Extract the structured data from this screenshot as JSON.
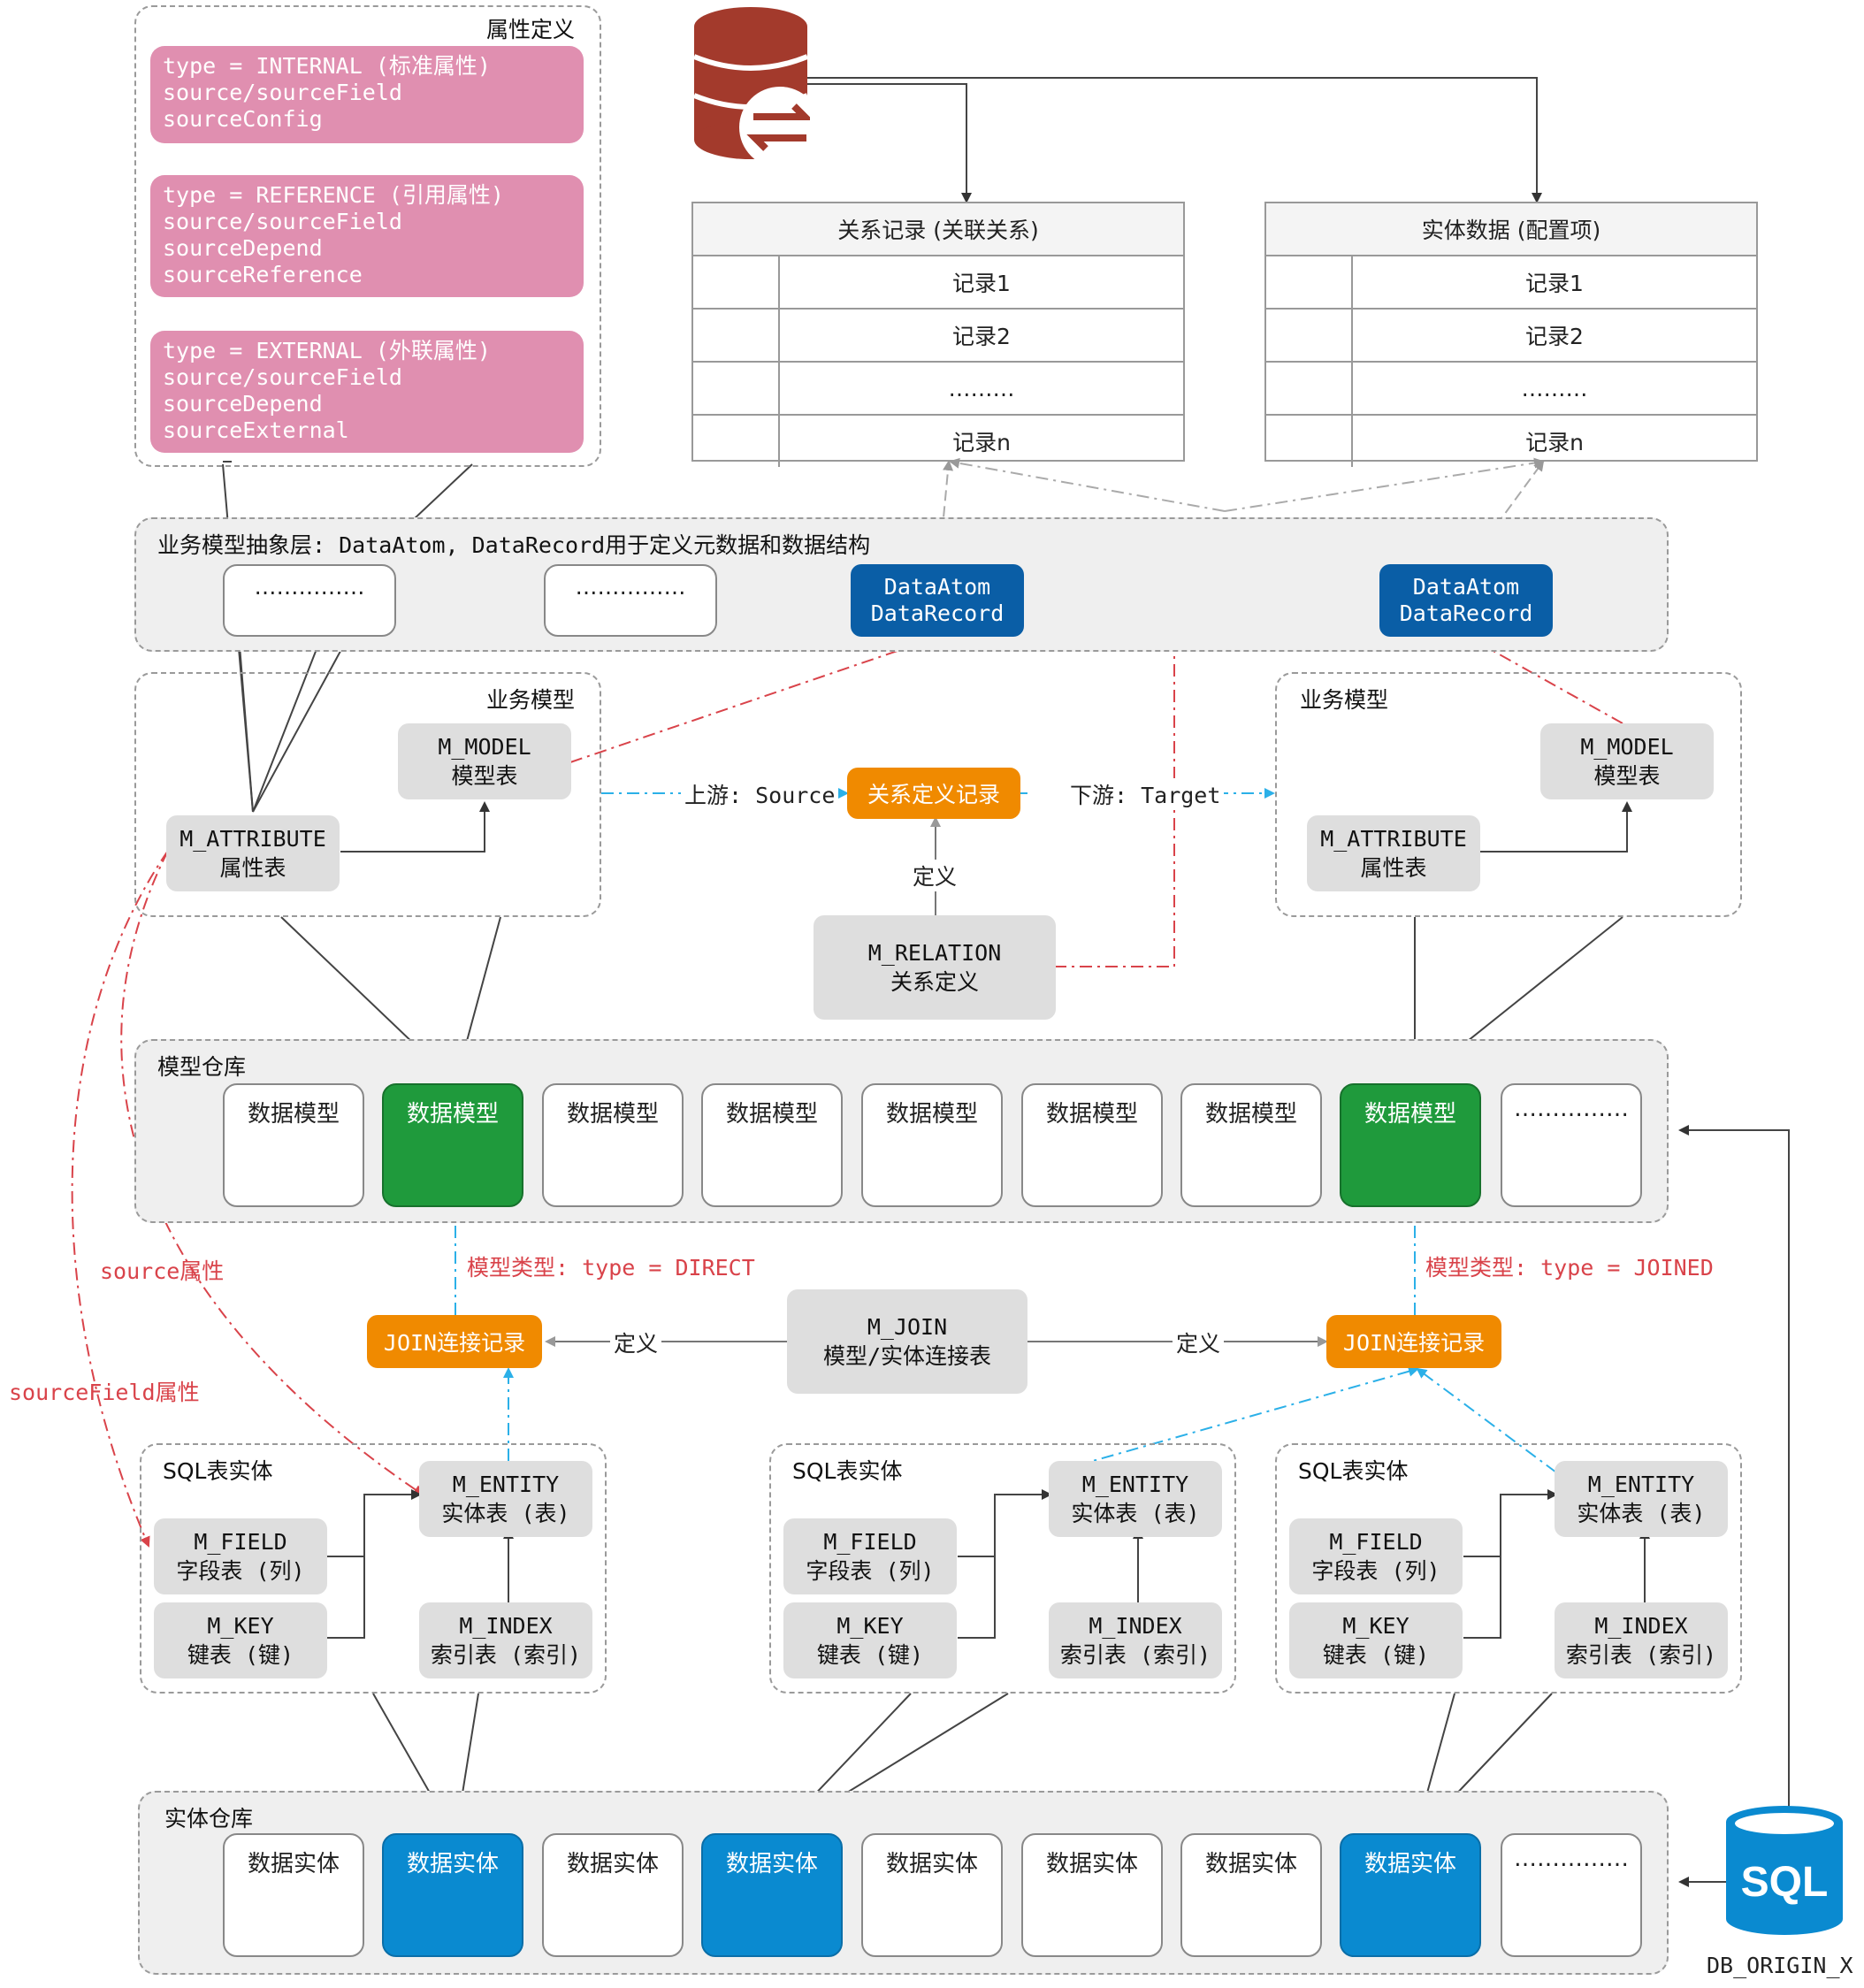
{
  "attr_def": {
    "title": "属性定义",
    "blocks": [
      [
        "type = INTERNAL (标准属性)",
        "source/sourceField",
        "sourceConfig"
      ],
      [
        "type = REFERENCE (引用属性)",
        "source/sourceField",
        "sourceDepend",
        "sourceReference"
      ],
      [
        "type = EXTERNAL (外联属性)",
        "source/sourceField",
        "sourceDepend",
        "sourceExternal"
      ]
    ]
  },
  "tables": {
    "relation": {
      "title": "关系记录 (关联关系)",
      "rows": [
        "记录1",
        "记录2",
        "………",
        "记录n"
      ]
    },
    "entity": {
      "title": "实体数据 (配置项)",
      "rows": [
        "记录1",
        "记录2",
        "………",
        "记录n"
      ]
    }
  },
  "abstract_layer": {
    "title": "业务模型抽象层: DataAtom, DataRecord用于定义元数据和数据结构",
    "placeholder": "……………",
    "data_atom": [
      "DataAtom",
      "DataRecord"
    ]
  },
  "business_model": {
    "title": "业务模型",
    "m_model": [
      "M_MODEL",
      "模型表"
    ],
    "m_attribute": [
      "M_ATTRIBUTE",
      "属性表"
    ]
  },
  "relation": {
    "upstream": "上游: Source",
    "record": "关系定义记录",
    "downstream": "下游: Target",
    "define": "定义",
    "m_relation": [
      "M_RELATION",
      "关系定义"
    ]
  },
  "model_repo": {
    "title": "模型仓库",
    "cards": [
      "数据模型",
      "数据模型",
      "数据模型",
      "数据模型",
      "数据模型",
      "数据模型",
      "数据模型",
      "数据模型",
      "……………"
    ],
    "highlight": [
      1,
      7
    ]
  },
  "join": {
    "type_direct": "模型类型: type = DIRECT",
    "type_joined": "模型类型: type = JOINED",
    "record": "JOIN连接记录",
    "define": "定义",
    "m_join": [
      "M_JOIN",
      "模型/实体连接表"
    ]
  },
  "red_labels": {
    "source": "source属性",
    "source_field": "sourceField属性"
  },
  "sql_entity": {
    "title": "SQL表实体",
    "m_entity": [
      "M_ENTITY",
      "实体表 (表)"
    ],
    "m_field": [
      "M_FIELD",
      "字段表 (列)"
    ],
    "m_key": [
      "M_KEY",
      "键表 (键)"
    ],
    "m_index": [
      "M_INDEX",
      "索引表 (索引)"
    ]
  },
  "entity_repo": {
    "title": "实体仓库",
    "cards": [
      "数据实体",
      "数据实体",
      "数据实体",
      "数据实体",
      "数据实体",
      "数据实体",
      "数据实体",
      "数据实体",
      "……………"
    ],
    "highlight": [
      1,
      3,
      7
    ]
  },
  "db": {
    "sql_text": "SQL",
    "caption": "DB_ORIGIN_X"
  },
  "colors": {
    "pink": "#e08fb0",
    "orange": "#f08a00",
    "dark_blue": "#0a5ea6",
    "green": "#1f9a3c",
    "blue": "#0a8ad0",
    "red": "#d9434a",
    "cyan": "#2bb0e8",
    "db_red": "#a33a2c"
  }
}
